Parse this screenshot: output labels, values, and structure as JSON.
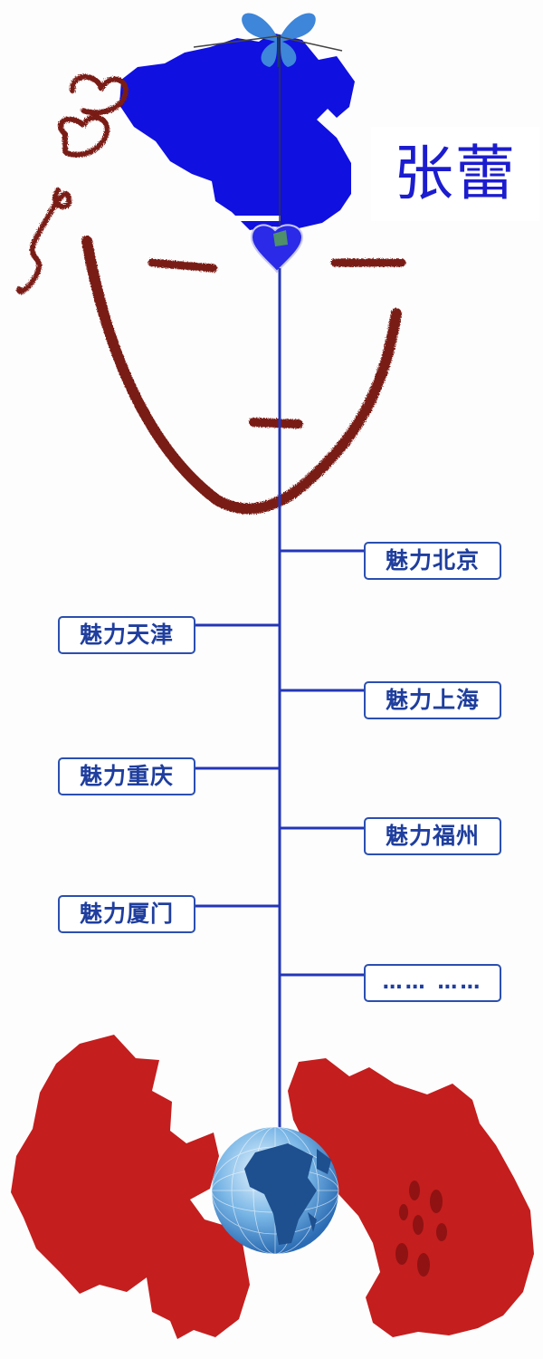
{
  "signature": "张蕾",
  "cities": [
    {
      "label": "魅力北京",
      "side": "right"
    },
    {
      "label": "魅力天津",
      "side": "left"
    },
    {
      "label": "魅力上海",
      "side": "right"
    },
    {
      "label": "魅力重庆",
      "side": "left"
    },
    {
      "label": "魅力福州",
      "side": "right"
    },
    {
      "label": "魅力厦门",
      "side": "left"
    },
    {
      "label": "…… ……",
      "side": "right"
    }
  ],
  "colors": {
    "china_map": "#1010e0",
    "face_lines": "#7a1a12",
    "body_maps": "#c41e1e",
    "timeline": "#2436b8",
    "label_text": "#1f3e9e",
    "signature": "#1c1ccf"
  },
  "icons": [
    "butterfly-icon",
    "heart-icon",
    "globe-icon"
  ]
}
